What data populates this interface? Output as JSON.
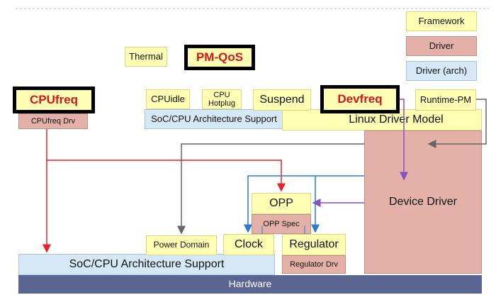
{
  "legend": {
    "framework": "Framework",
    "driver": "Driver",
    "driver_arch": "Driver (arch)"
  },
  "nodes": {
    "thermal": "Thermal",
    "pm_qos": "PM-QoS",
    "cpufreq": "CPUfreq",
    "cpufreq_drv": "CPUfreq Drv",
    "cpuidle": "CPUidle",
    "cpu_hotplug_line1": "CPU",
    "cpu_hotplug_line2": "Hotplug",
    "suspend": "Suspend",
    "devfreq": "Devfreq",
    "runtime_pm": "Runtime-PM",
    "soc_cpu_arch_support_top": "SoC/CPU Architecture Support",
    "linux_driver_model": "Linux Driver Model",
    "device_driver": "Device Driver",
    "opp": "OPP",
    "opp_spec": "OPP Spec",
    "power_domain": "Power Domain",
    "clock": "Clock",
    "regulator": "Regulator",
    "regulator_drv": "Regulator Drv",
    "soc_cpu_arch_support_bottom": "SoC/CPU Architecture Support",
    "hardware": "Hardware"
  },
  "colors": {
    "framework": "#ffffb3",
    "driver": "#e3b1a8",
    "arch": "#d6e7f6",
    "hardware": "#5b6591",
    "red_arrow": "#e8202a",
    "blue_arrow": "#2b7bd0",
    "purple_arrow": "#8a4fc0",
    "gray_arrow": "#666666"
  }
}
